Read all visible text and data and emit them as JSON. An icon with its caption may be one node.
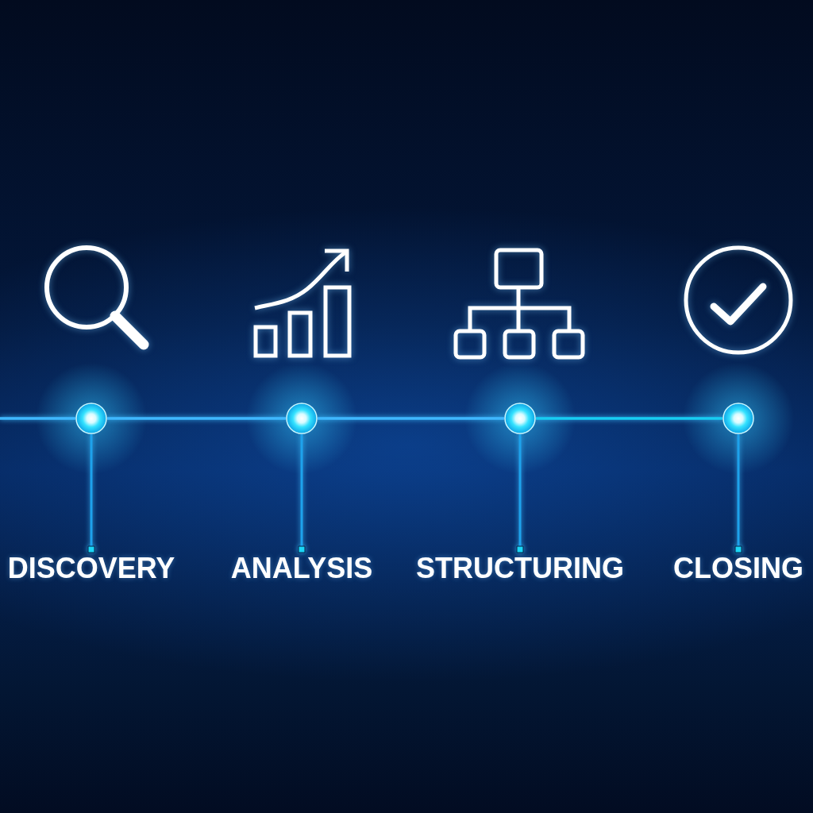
{
  "diagram": {
    "nodes": [
      {
        "text": [],
        "shape": "circle"
      },
      {
        "text": [],
        "shape": "circle"
      },
      {
        "text": [],
        "shape": "circle"
      },
      {
        "text": [],
        "shape": "circle"
      },
      {
        "text": [
          "DISCOVERY"
        ]
      },
      {
        "text": [
          "ANALYSIS"
        ]
      },
      {
        "text": [
          "STRUCTURING"
        ]
      },
      {
        "text": [
          "CLOSING"
        ]
      }
    ],
    "edges": [
      {
        "from": null,
        "to": 0,
        "arrow": "none"
      },
      {
        "from": 0,
        "to": 1,
        "arrow": "none"
      },
      {
        "from": 1,
        "to": 2,
        "arrow": "none"
      },
      {
        "from": 2,
        "to": 3,
        "arrow": "none",
        "color": "#17cdf2"
      },
      {
        "from": 0,
        "to": 4,
        "arrow": "other"
      },
      {
        "from": 1,
        "to": 5,
        "arrow": "other"
      },
      {
        "from": 2,
        "to": 6,
        "arrow": "other"
      },
      {
        "from": 3,
        "to": 7,
        "arrow": "other"
      }
    ]
  }
}
